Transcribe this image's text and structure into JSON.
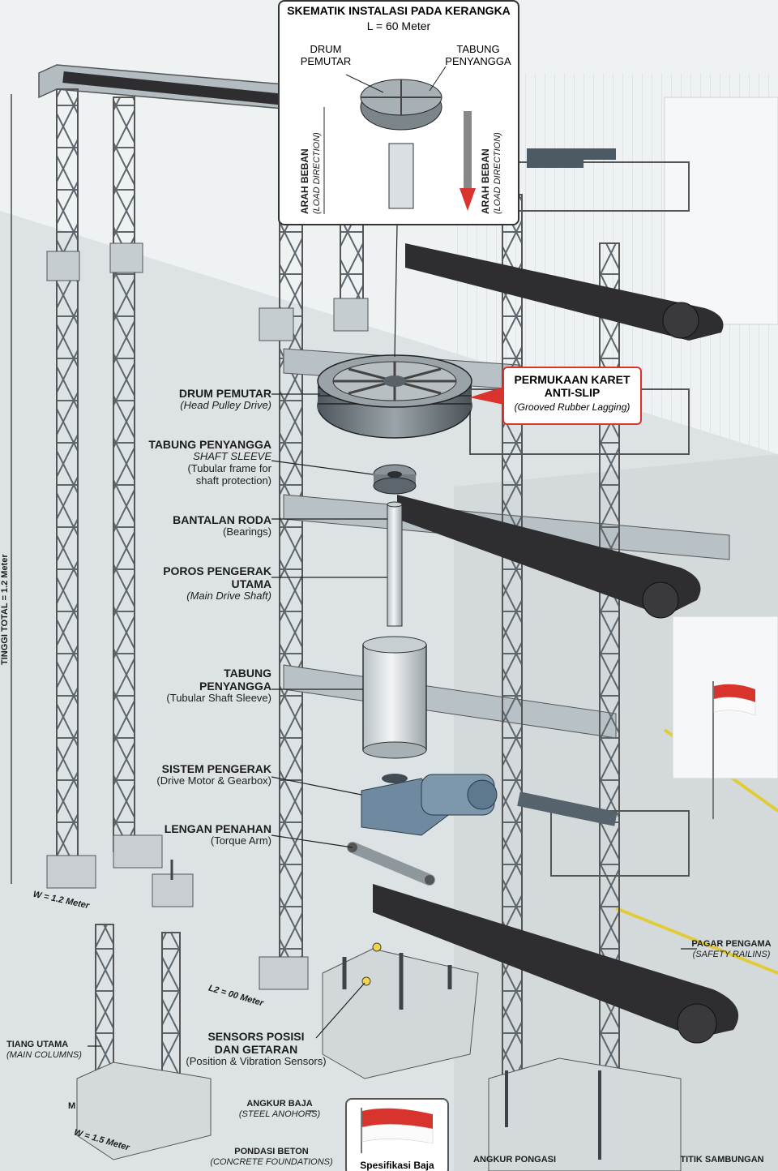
{
  "inset": {
    "title": "SKEMATIK INSTALASI PADA KERANGKA",
    "subtitle": "L = 60 Meter",
    "drum_label": "DRUM PEMUTAR",
    "tube_label": "TABUNG PENYANGGA",
    "load_left_main": "ARAH BEBAN",
    "load_left_sub": "(LOAD DIRECTION)",
    "load_right_main": "ARAH BEBAN",
    "load_right_sub": "(LOAD DIRECTION)"
  },
  "callout": {
    "title_line1": "PERMUKAAN KARET",
    "title_line2": "ANTI-SLIP",
    "subtitle": "(Grooved Rubber Lagging)"
  },
  "labels": {
    "drum": {
      "title": "DRUM PEMUTAR",
      "sub": "(Head Pulley Drive)"
    },
    "sleeve_top": {
      "title": "TABUNG PENYANGGA",
      "sub": "SHAFT SLEEVE",
      "note1": "(Tubular frame for",
      "note2": "shaft protection)"
    },
    "bearings": {
      "title": "BANTALAN RODA",
      "note": "(Bearings)"
    },
    "shaft": {
      "title1": "POROS PENGERAK",
      "title2": "UTAMA",
      "sub": "(Main Drive Shaft)"
    },
    "sleeve": {
      "title1": "TABUNG",
      "title2": "PENYANGGA",
      "note": "(Tubular Shaft Sleeve)"
    },
    "drive": {
      "title": "SISTEM PENGERAK",
      "note": "(Drive Motor & Gearbox)"
    },
    "arm": {
      "title": "LENGAN PENAHAN",
      "note": "(Torque Arm)"
    },
    "sensors": {
      "title1": "SENSORS POSISI",
      "title2": "DAN GETARAN",
      "note": "(Position & Vibration Sensors)"
    },
    "columns": {
      "title": "TIANG UTAMA",
      "sub": "(MAIN COLUMNS)"
    },
    "anchors": {
      "title": "ANGKUR BAJA",
      "sub": "(STEEL ANOHORS)"
    },
    "foundation": {
      "title": "PONDASI BETON",
      "sub": "(CONCRETE FOUNDATIONS)"
    },
    "railings": {
      "title": "PAGAR PENGAMA",
      "sub": "(SAFETY RAILINS)"
    },
    "anchor2": {
      "title": "ANGKUR PONGASI"
    },
    "joint": {
      "title": "TITIK SAMBUNGAN"
    }
  },
  "dimensions": {
    "height": "TINGGI TOTAL = 1.2 Meter",
    "width": "W = 1.2 Meter",
    "length2": "L2 = 00 Meter",
    "width2": "W = 1.5 Meter",
    "m_mark": "M"
  },
  "spec_card": {
    "title": "Spesifikasi Baja"
  },
  "colors": {
    "steel": "#a9b3b8",
    "belt": "#2e2e30",
    "accent_red": "#d8332c",
    "floor": "#d7dde0",
    "wall": "#eef2f3"
  }
}
